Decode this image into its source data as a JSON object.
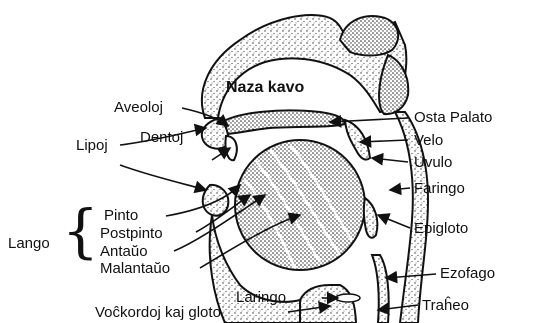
{
  "labels": {
    "naza_kavo": "Naza kavo",
    "aveoloj": "Aveoloj",
    "lipoj": "Lipoj",
    "dentoj": "Dentoj",
    "osta_palato": "Osta Palato",
    "velo": "Velo",
    "uvulo": "Uvulo",
    "faringo": "Faringo",
    "epigloto": "Epigloto",
    "ezofago": "Ezofago",
    "traheo": "Traĥeo",
    "laringo": "Laringo",
    "vockordoj": "Voĉkordoj kaj gloto",
    "lango": "Lango",
    "pinto": "Pinto",
    "postpinto": "Postpinto",
    "antauo": "Antaŭo",
    "malantauo": "Malantaŭo"
  },
  "colors": {
    "ink": "#111111",
    "stipple": "#222222",
    "background": "#ffffff"
  }
}
